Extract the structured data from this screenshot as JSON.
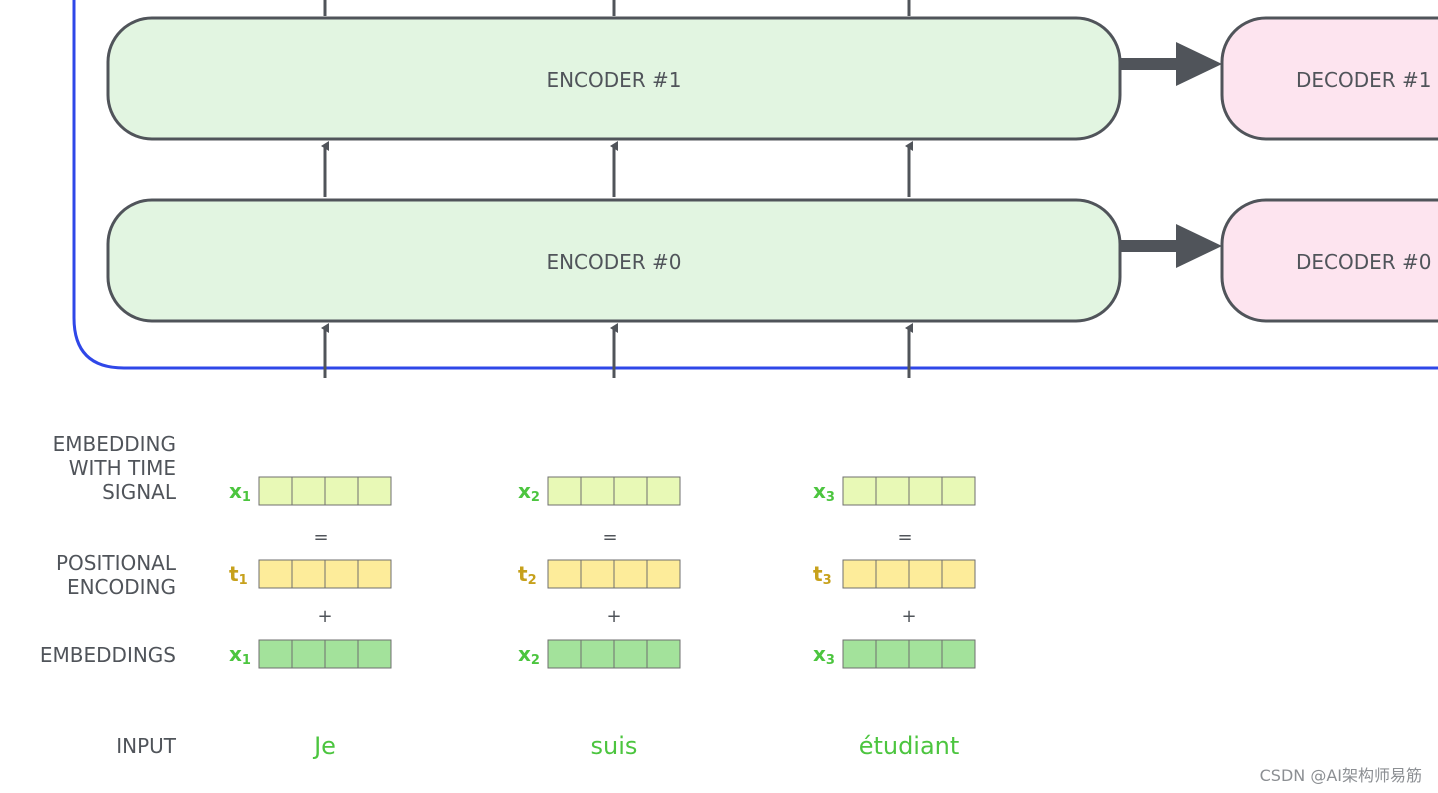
{
  "blocks": {
    "encoder_1": "ENCODER #1",
    "encoder_0": "ENCODER #0",
    "decoder_1": "DECODER #1",
    "decoder_0": "DECODER #0"
  },
  "row_labels": {
    "embedding_time_signal": [
      "EMBEDDING",
      "WITH TIME",
      "SIGNAL"
    ],
    "positional_encoding": [
      "POSITIONAL",
      "ENCODING"
    ],
    "embeddings": "EMBEDDINGS",
    "input": "INPUT"
  },
  "tokens": [
    {
      "word": "Je",
      "x": "x",
      "t": "t",
      "sub": "1"
    },
    {
      "word": "suis",
      "x": "x",
      "t": "t",
      "sub": "2"
    },
    {
      "word": "étudiant",
      "x": "x",
      "t": "t",
      "sub": "3"
    }
  ],
  "operators": {
    "equals": "=",
    "plus": "+"
  },
  "vector_cells": 4,
  "watermark": "CSDN @AI架构师易筋",
  "colors": {
    "encoder_fill": "#e2f5e1",
    "decoder_fill": "#fde4ef",
    "outline": "#50545a",
    "frame": "#2f47e8",
    "text": "#50545a",
    "token_green": "#4cc53f",
    "token_gold": "#c7a11c",
    "time_signal_cell": "#e8f9b6",
    "positional_cell": "#fdec9a",
    "embedding_cell": "#a3e29b"
  }
}
